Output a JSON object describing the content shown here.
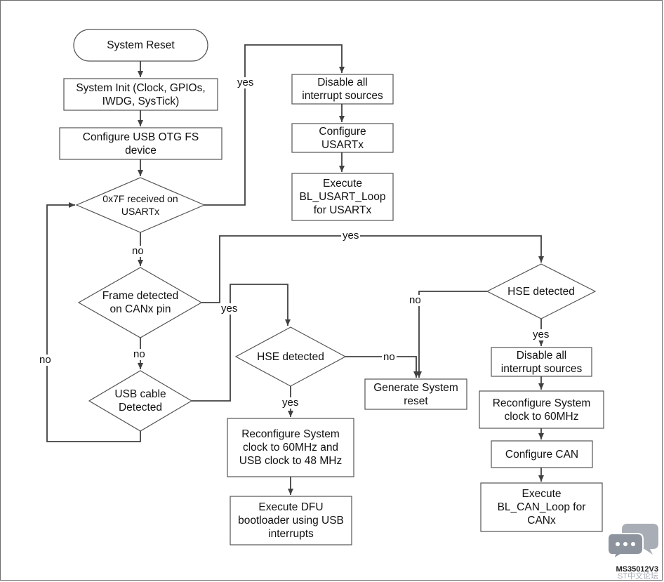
{
  "nodes": {
    "system_reset": "System Reset",
    "system_init": "System Init (Clock, GPIOs,\nIWDG, SysTick)",
    "configure_usb": "Configure USB OTG FS\ndevice",
    "usart_received": "0x7F received on\nUSARTx",
    "disable_int_usart": "Disable all\ninterrupt sources",
    "configure_usart": "Configure\nUSARTx",
    "execute_usart_loop": "Execute\nBL_USART_Loop\nfor USARTx",
    "frame_detected": "Frame detected\non CANx pin",
    "usb_cable": "USB cable\nDetected",
    "hse_usb": "HSE detected",
    "generate_reset": "Generate System\nreset",
    "reconfigure_usb": "Reconfigure System\nclock to 60MHz and\nUSB clock to 48 MHz",
    "execute_dfu": "Execute DFU\nbootloader using USB\ninterrupts",
    "hse_can": "HSE detected",
    "disable_int_can": "Disable all\ninterrupt sources",
    "reconfigure_can": "Reconfigure System\nclock to 60MHz",
    "configure_can": "Configure CAN",
    "execute_can_loop": "Execute\nBL_CAN_Loop for\nCANx"
  },
  "labels": {
    "yes_usart": "yes",
    "no_usart": "no",
    "yes_frame": "yes",
    "no_frame": "no",
    "yes_usb_cable": "yes",
    "no_loop": "no",
    "no_hse_usb": "no",
    "yes_hse_usb": "yes",
    "no_hse_can": "no",
    "yes_hse_can": "yes"
  },
  "figure_id": "MS35012V3",
  "watermark": "ST中文论坛",
  "colors": {
    "line": "#404040",
    "border": "#555555",
    "text": "#111111",
    "watermark": "#a9aeb6"
  }
}
